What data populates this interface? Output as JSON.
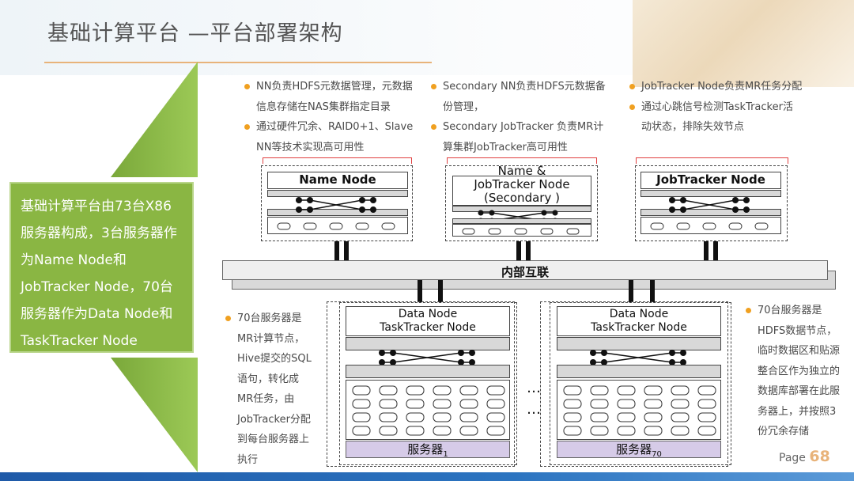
{
  "title": "基础计算平台 —平台部署架构",
  "sidebar_text": "基础计算平台由73台X86服务器构成，3台服务器作为Name Node和JobTracker Node，70台服务器作为Data Node和TaskTracker Node",
  "bullets_top_left": [
    "NN负责HDFS元数据管理，元数据信息存储在NAS集群指定目录",
    "通过硬件冗余、RAID0+1、Slave NN等技术实现高可用性"
  ],
  "bullets_top_mid": [
    "Secondary NN负责HDFS元数据备份管理，",
    "Secondary JobTracker 负责MR计算集群JobTracker高可用性"
  ],
  "bullets_top_right": [
    "JobTracker Node负责MR任务分配",
    "通过心跳信号检测TaskTracker活动状态，排除失效节点"
  ],
  "bullet_bottom_left": "70台服务器是MR计算节点，Hive提交的SQL语句，转化成MR任务，由JobTracker分配到每台服务器上执行",
  "bullet_bottom_right": "70台服务器是HDFS数据节点，临时数据区和贴源整合区作为独立的数据库部署在此服务器上，并按照3份冗余存储",
  "nodes": {
    "name_node": "Name Node",
    "secondary_line1": "Name &",
    "secondary_line2": "JobTracker Node",
    "secondary_line3": "(Secondary )",
    "jobtracker": "JobTracker Node",
    "data_node_line1": "Data  Node",
    "data_node_line2": "TaskTracker Node"
  },
  "interconnect_label": "内部互联",
  "server1_label": "服务器",
  "server1_sub": "1",
  "server70_label": "服务器",
  "server70_sub": "70",
  "ellipsis_1": "…",
  "ellipsis_2": "…",
  "page_label": "Page",
  "page_number": "68"
}
